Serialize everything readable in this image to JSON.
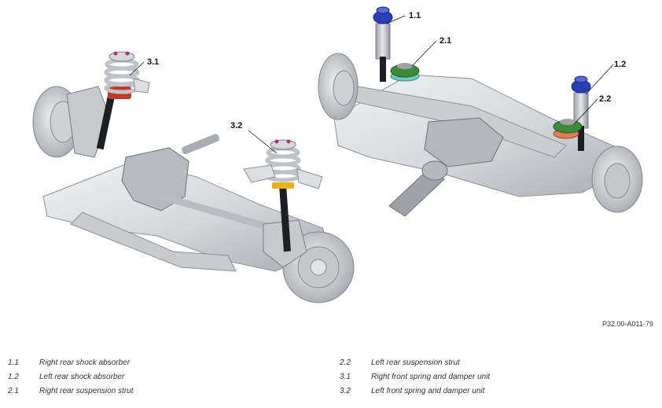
{
  "callouts": {
    "c11": "1.1",
    "c12": "1.2",
    "c21": "2.1",
    "c22": "2.2",
    "c31": "3.1",
    "c32": "3.2"
  },
  "reference": "P32.00-A011-79",
  "legend": [
    {
      "num": "1.1",
      "text": "Right rear shock absorber"
    },
    {
      "num": "1.2",
      "text": "Left rear shock absorber"
    },
    {
      "num": "2.1",
      "text": "Right rear suspension strut"
    },
    {
      "num": "2.2",
      "text": "Left rear suspension strut"
    },
    {
      "num": "3.1",
      "text": "Right front spring and damper unit"
    },
    {
      "num": "3.2",
      "text": "Left front spring and damper unit"
    }
  ],
  "colors": {
    "metal": "#d9dbde",
    "metal_dark": "#8e9196",
    "damper": "#1e1f22",
    "shock_cap": "#2a3fb5",
    "strut_green": "#3d8a3d",
    "spring_yellow": "#e4b21f"
  }
}
